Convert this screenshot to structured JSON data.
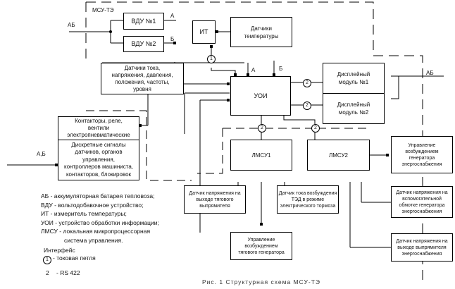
{
  "frame_title": "МСУ-ТЭ",
  "blocks": {
    "vdu1": "ВДУ №1",
    "vdu2": "ВДУ №2",
    "it": "ИТ",
    "temp_sensors": [
      "Датчики",
      "температуры"
    ],
    "sensors": [
      "Датчики тока,",
      "напряжения, давления,",
      "положения, частоты,",
      "уровня"
    ],
    "uoi": "УОИ",
    "display1": [
      "Дисплейный",
      "модуль №1"
    ],
    "display2": [
      "Дисплейный",
      "модуль №2"
    ],
    "contactors": [
      "Контакторы, реле,",
      "вентили",
      "электропневматические"
    ],
    "discrete": [
      "Дискретные сигналы",
      "датчиков, органов",
      "управления,",
      "контроллеров машиниста,",
      "контакторов, блокировок"
    ],
    "lmsu1": "ЛМСУ1",
    "lmsu2": "ЛМСУ2",
    "gen_exc_control": [
      "Управление",
      "возбуждением",
      "генератора",
      "энергоснабжения"
    ],
    "rect_voltage_sensor": [
      "Датчик напряжения на",
      "выходе тягового",
      "выпрямителя"
    ],
    "ted_current_sensor": [
      "Датчик тока возбуждения",
      "ТЭД в режиме",
      "электрического тормоза"
    ],
    "traction_gen_control": [
      "Управление",
      "возбуждением",
      "тягового генератора"
    ],
    "aux_winding_sensor": [
      "Датчик напряжения на",
      "вспомогательной",
      "обмотке генератора",
      "энергоснабжения"
    ],
    "power_rect_sensor": [
      "Датчик напряжения на",
      "выходе выпрямителя",
      "энергоснабжения"
    ]
  },
  "signals": {
    "ab_in": "АБ",
    "a_out": "А",
    "b_out": "Б",
    "a_in": "А",
    "b_in": "Б",
    "ab_right": "АБ",
    "ab_left": "А,Б"
  },
  "interfaces": {
    "one": "1",
    "two": "2"
  },
  "legend": {
    "lines": [
      "АБ - аккумуляторная батарея тепловоза;",
      "ВДУ - вольтодобавочное устройство;",
      "ИТ - измеритель температуры;",
      "УОИ - устройство обработки информации;",
      "ЛМСУ - локальная микропроцессорная",
      "система управления."
    ],
    "interface_title": "Интерфейс",
    "if1_num": "1",
    "if1_text": "- токовая петля",
    "if2_num": "2",
    "if2_text": "- RS 422"
  },
  "caption": "Рис. 1 Структурная схема МСУ-ТЭ"
}
